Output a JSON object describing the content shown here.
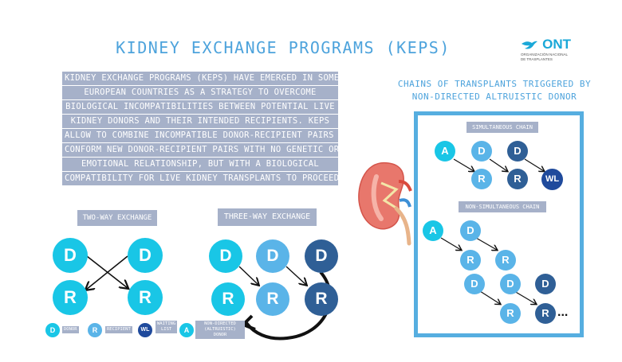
{
  "title": "KIDNEY EXCHANGE PROGRAMS (KEPS)",
  "logo": {
    "name": "ONT",
    "subtitle_line1": "ORGANIZACIÓN NACIONAL",
    "subtitle_line2": "DE TRASPLANTES"
  },
  "intro": {
    "lines": [
      "KIDNEY EXCHANGE PROGRAMS (KEPS) HAVE EMERGED IN SOME",
      "EUROPEAN COUNTRIES AS A STRATEGY TO OVERCOME",
      "BIOLOGICAL INCOMPATIBILITIES BETWEEN POTENTIAL LIVE",
      "KIDNEY DONORS AND THEIR INTENDED RECIPIENTS. KEPS",
      "ALLOW TO COMBINE INCOMPATIBLE DONOR-RECIPIENT PAIRS TO",
      "CONFORM NEW DONOR-RECIPIENT PAIRS WITH NO GENETIC OR",
      "EMOTIONAL RELATIONSHIP, BUT WITH A BIOLOGICAL",
      "COMPATIBILITY FOR LIVE KIDNEY TRANSPLANTS TO PROCEED"
    ]
  },
  "two_way": {
    "label": "TWO-WAY EXCHANGE",
    "donor": "D",
    "recipient": "R"
  },
  "three_way": {
    "label": "THREE-WAY EXCHANGE",
    "donor": "D",
    "recipient": "R"
  },
  "chains": {
    "title_line1": "CHAINS OF TRANSPLANTS TRIGGERED BY",
    "title_line2": "NON-DIRECTED ALTRUISTIC DONOR",
    "simultaneous_label": "SIMULTANEOUS CHAIN",
    "non_simultaneous_label": "NON-SIMULTANEOUS CHAIN",
    "altruistic": "A",
    "donor": "D",
    "recipient": "R",
    "waiting_list": "WL",
    "ellipsis": "..."
  },
  "legend": {
    "donor_symbol": "D",
    "donor_text": "DONOR",
    "recipient_symbol": "R",
    "recipient_text": "RECIPIENT",
    "wl_symbol": "WL",
    "wl_text_line1": "WAITING",
    "wl_text_line2": "LIST",
    "altruistic_symbol": "A",
    "altruistic_text_line1": "NON-DIRECTED",
    "altruistic_text_line2": "(ALTRUISTIC) DONOR"
  },
  "colors": {
    "cyan": "#19c6e6",
    "light_blue": "#5ab4e8",
    "mid_blue": "#4a8fd0",
    "dark_blue": "#2f5f96",
    "navy": "#1f4a9c",
    "grey_box": "#a6b1c9",
    "title": "#4da3dc"
  },
  "icons": [
    "kidney-illustration",
    "ont-logo-bird"
  ]
}
